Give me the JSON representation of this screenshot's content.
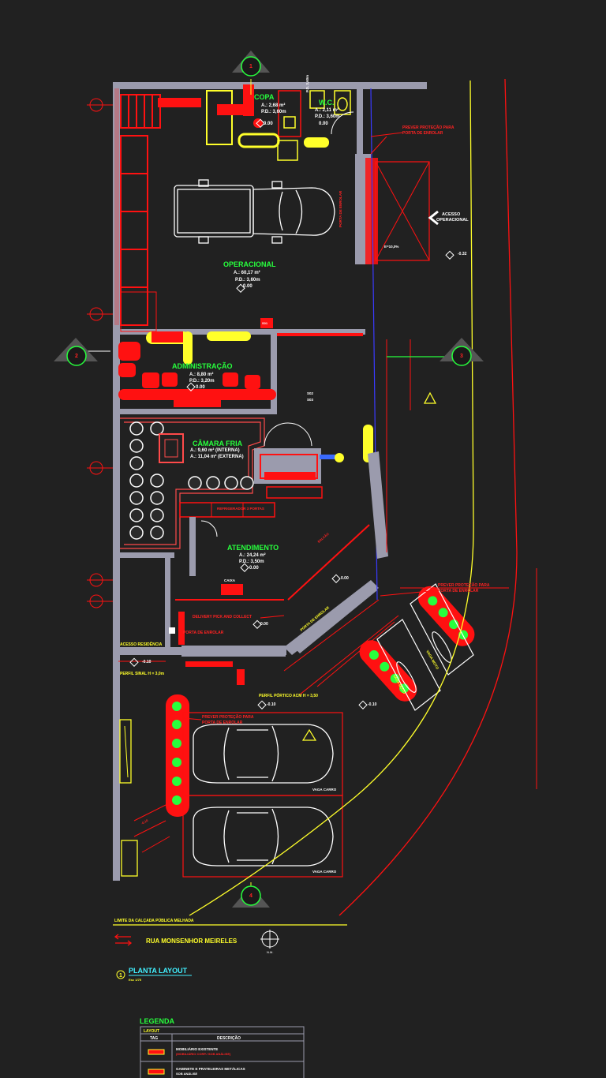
{
  "rooms": {
    "copa": {
      "name": "COPA",
      "area": "A.: 2,68 m²",
      "pd": "P.D.: 3,60m",
      "level": "0.00"
    },
    "wc": {
      "name": "W.C.",
      "area": "A.: 2,11 m²",
      "pd": "P.D.: 3,60m",
      "level": "0.00"
    },
    "operacional": {
      "name": "OPERACIONAL",
      "area": "A.: 60,17 m²",
      "pd": "P.D.: 3,60m",
      "level": "0.00"
    },
    "administracao": {
      "name": "ADMINISTRAÇÃO",
      "area": "A.: 8,80 m²",
      "pd": "P.D.: 3,20m",
      "level": "0.00"
    },
    "camara": {
      "name": "CÂMARA FRIA",
      "area1": "A.: 9,60 m² (INTERNA)",
      "area2": "A.: 11,04 m² (EXTERNA)"
    },
    "atendimento": {
      "name": "ATENDIMENTO",
      "area": "A.: 24,24 m²",
      "pd": "P.D.: 3,50m",
      "level": "0.00"
    }
  },
  "notes": {
    "protecao1_l1": "PREVER PROTEÇÃO PARA",
    "protecao1_l2": "PORTA DE ENROLAR",
    "protecao2_l1": "PREVER PROTEÇÃO PARA",
    "protecao2_l2": "PORTA DE ENROLAR",
    "protecao3_l1": "PREVER PROTEÇÃO PARA",
    "protecao3_l2": "PORTA DE ENROLAR",
    "acesso_l1": "ACESSO",
    "acesso_l2": "OPERACIONAL",
    "porta_enrolar_op": "PORTA DE ENROLAR",
    "porta_enrolar_at": "PORTA DE ENROLAR",
    "porta_enrolar_side": "PORTA DE ENROLAR",
    "delivery": "DELIVERY PICK AND COLLECT",
    "refrigerador": "REFRIGERADOR 3 PORTAS",
    "caixa": "CAIXA",
    "balcao": "BALCÃO",
    "acesso_residencia": "ACESSO RESIDÊNCIA",
    "perfil_sinal": "PERFIL SINAL H = 3,0m",
    "perfil_portico": "PERFIL PÓRTICO ACM H = 3,50",
    "vaga1": "VAGA CARRO",
    "vaga2": "VAGA CARRO",
    "vaga_moto1": "VAGA MOTO",
    "vaga_moto2": "VAGA MOTO",
    "e_label": "E=10,0%",
    "pd_label": "P.D. 3,60m",
    "lvl1": "-0.32",
    "lvl2": "-0.10",
    "lvl3": "-0.10",
    "lvl4": "-0.10",
    "lvl5": "0.00",
    "lvl6": "0.00",
    "lvl7": "-0.10",
    "s01": "S01",
    "s02": "S02",
    "s03": "S03"
  },
  "street": {
    "limit": "LIMITE DA CALÇADA PÚBLICA MELHADA",
    "name": "RUA MONSENHOR MEIRELES",
    "north": "N.M."
  },
  "section_markers": {
    "m1": "1",
    "m2": "2",
    "m3": "3",
    "m4": "4"
  },
  "title": {
    "number": "1",
    "name": "PLANTA LAYOUT",
    "scale": "Esc 1/75"
  },
  "legend": {
    "title": "LEGENDA",
    "header": "LAYOUT",
    "col_tag": "TAG",
    "col_desc": "DESCRIÇÃO",
    "row1_l1": "MOBILIÁRIO EXISTENTE",
    "row1_l2": "(MOBILIÁRIO CORP./ SOB ANÁLISE)",
    "row2_l1": "GABINETE E PRATELEIRAS METÁLICAS",
    "row2_l2": "SOB ANÁLISE"
  },
  "colors": {
    "background": "#212121",
    "wall": "#9b9bad",
    "furniture": "#ff1111",
    "room_label": "#27ff3d",
    "highlight": "#ffff2a"
  }
}
